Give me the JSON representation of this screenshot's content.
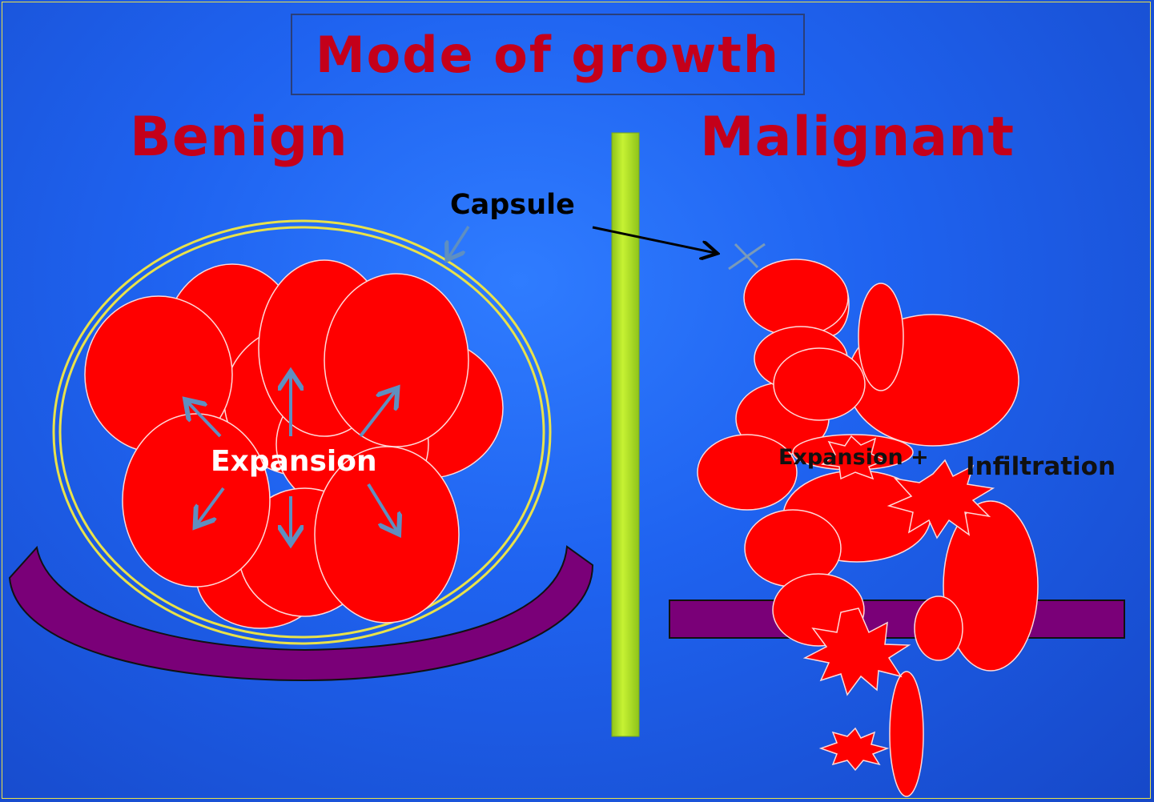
{
  "title": "Mode of growth",
  "headings": {
    "benign": "Benign",
    "malignant": "Malignant"
  },
  "labels": {
    "capsule": "Capsule",
    "expansion_benign": "Expansion",
    "expansion_malignant": "Expansion +",
    "infiltration": "Infiltration"
  },
  "colors": {
    "background": "#1f63f0",
    "title_red": "#c4001a",
    "cell_red": "#ff0000",
    "membrane_purple": "#7a0078",
    "divider_green": "#b7ec22",
    "capsule_yellow": "#e9e24a",
    "arrow_blue": "#5f8fc0"
  }
}
